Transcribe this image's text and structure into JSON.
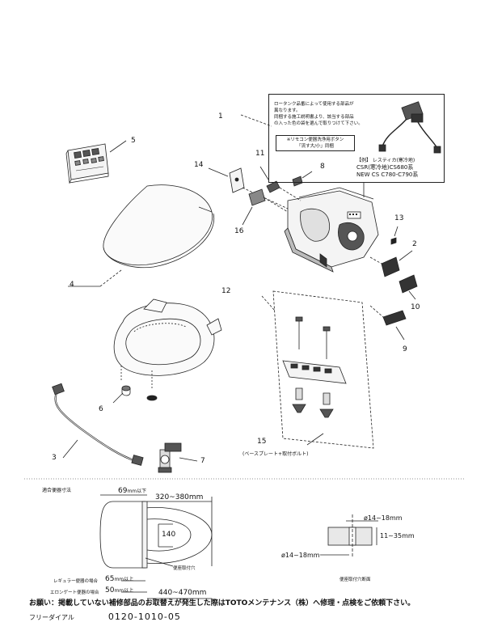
{
  "callout": {
    "note_lines": [
      "ロータンク品番によって使用する部品が",
      "異なります。",
      "同梱する施工説明書より、該当する部品",
      "の入った色の袋を選んで取りつけて下さい。"
    ],
    "small_box_lines": [
      "※リモコン便器洗浄用ボタン",
      "「流す大/小」同梱"
    ],
    "example_label": "【例】 レスティカ(寒冷地)",
    "model_lines": [
      "CSR(寒冷地)CS680系",
      "NEW CS C780-C790系"
    ]
  },
  "part_numbers": {
    "p1": "1",
    "p2": "2",
    "p3": "3",
    "p4": "4",
    "p5": "5",
    "p6": "6",
    "p7": "7",
    "p8": "8",
    "p9": "9",
    "p10": "10",
    "p11": "11",
    "p12": "12",
    "p13": "13",
    "p14": "14",
    "p15": "15",
    "p16": "16"
  },
  "base_plate_caption": "(ベースプレート+取付ボルト)",
  "fit_section": {
    "title": "適合便器寸法",
    "dim_69": "69",
    "dim_69_suffix": "mm以下",
    "dim_320": "320~380mm",
    "dim_140": "140",
    "hole_label": "便座取付穴",
    "regular_label": "レギュラー便器の場合",
    "regular_value": "65",
    "regular_unit": "mm以上",
    "elongated_label": "エロンゲート便器の場合",
    "elongated_value": "50",
    "elongated_unit": "mm以上",
    "dim_440": "440~470",
    "dim_440_unit": "mm"
  },
  "hole_section": {
    "dim_top": "ø14~18mm",
    "dim_side": "11~35mm",
    "dim_bottom": "ø14~18mm",
    "caption": "便座取付穴断面"
  },
  "footer": {
    "notice": "お願い：掲載していない補修部品のお取替えが発生した際はTOTOメンテナンス（株）へ修理・点検をご依頼下さい。",
    "free_dial_label": "フリーダイアル",
    "free_dial_number": "0120-1010-05"
  },
  "colors": {
    "line": "#222222",
    "part_fill": "#f4f4f4",
    "dark_part": "#333333"
  }
}
